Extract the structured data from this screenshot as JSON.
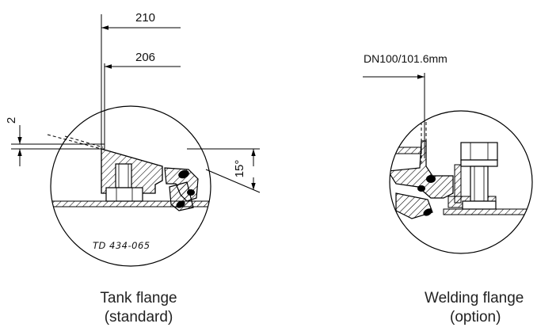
{
  "left_view": {
    "dimensions": {
      "outer": "210",
      "inner": "206",
      "gap": "2",
      "angle": "15°"
    },
    "drawing_number": "TD 434-065",
    "caption_line1": "Tank flange",
    "caption_line2": "(standard)"
  },
  "right_view": {
    "dimension": "DN100/101.6mm",
    "caption_line1": "Welding flange",
    "caption_line2": "(option)"
  }
}
